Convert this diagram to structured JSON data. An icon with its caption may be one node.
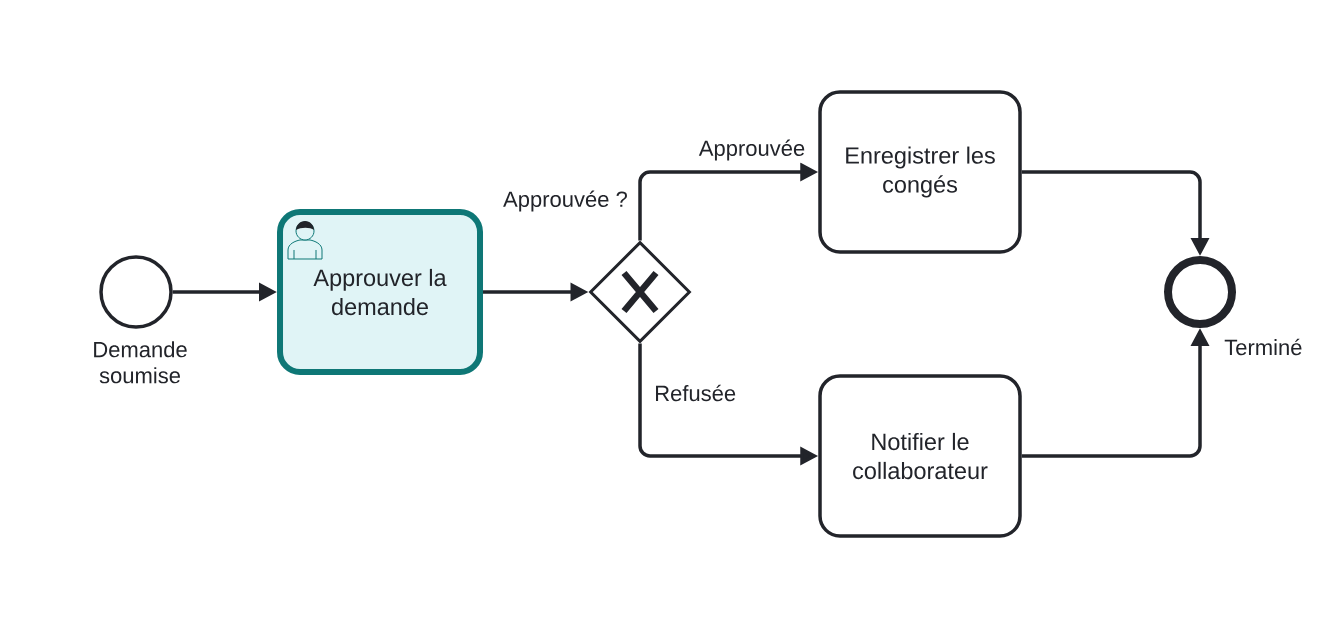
{
  "diagram": {
    "nodes": [
      {
        "text": [
          "Demande soumise"
        ]
      },
      {
        "text": [
          "Approuver la demande"
        ]
      },
      {
        "text": [
          "Approuvée ?"
        ]
      },
      {
        "text": [
          "Enregistrer les congés"
        ]
      },
      {
        "text": [
          "Notifier le collaborateur"
        ]
      },
      {
        "text": [
          "Terminé"
        ]
      }
    ],
    "edges": [
      {
        "from": 0,
        "to": 1,
        "arrow": "to"
      },
      {
        "from": 1,
        "to": 2,
        "arrow": "to"
      },
      {
        "from": 2,
        "to": 3,
        "arrow": "to",
        "label": "Approuvée"
      },
      {
        "from": 2,
        "to": 4,
        "arrow": "to",
        "label": "Refusée"
      },
      {
        "from": 3,
        "to": 5,
        "arrow": "to"
      },
      {
        "from": 4,
        "to": 5,
        "arrow": "to"
      }
    ]
  }
}
